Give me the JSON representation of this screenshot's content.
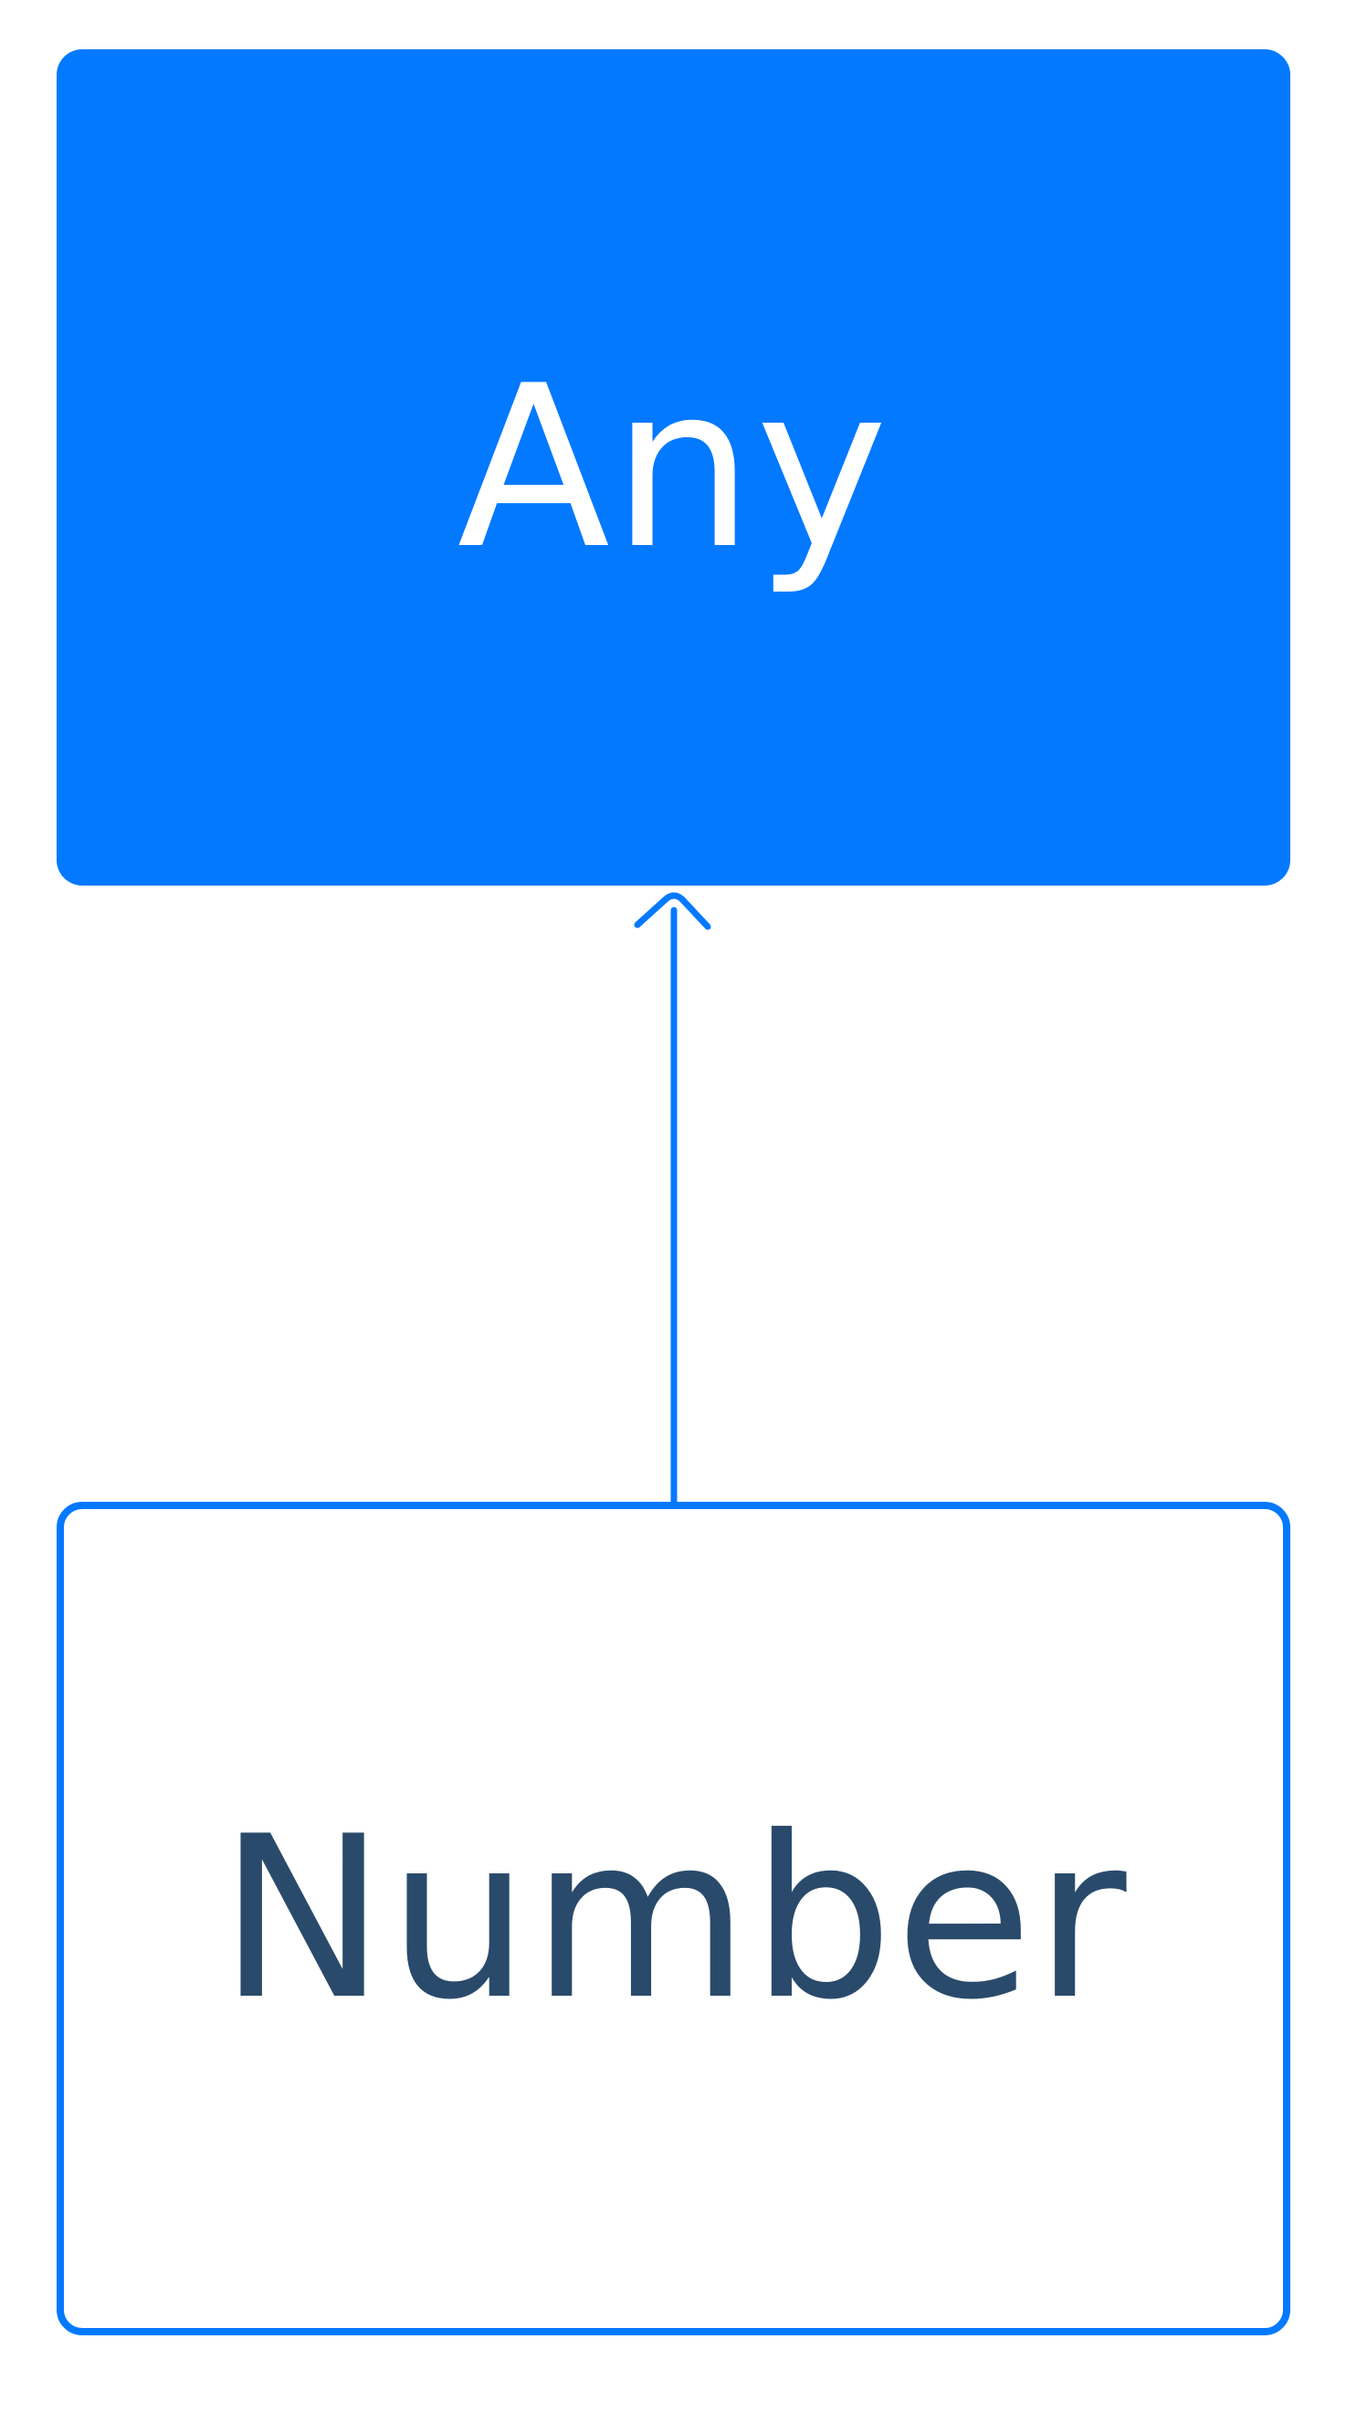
{
  "diagram": {
    "nodes": [
      {
        "id": "any",
        "label": "Any",
        "style": "filled"
      },
      {
        "id": "number",
        "label": "Number",
        "style": "outlined"
      }
    ],
    "edges": [
      {
        "from": "number",
        "to": "any",
        "arrow": "open-chevron"
      }
    ]
  },
  "colors": {
    "accent": "#0379ff",
    "label_dark": "#2a4a6b",
    "label_light": "#ffffff",
    "background": "#ffffff"
  }
}
